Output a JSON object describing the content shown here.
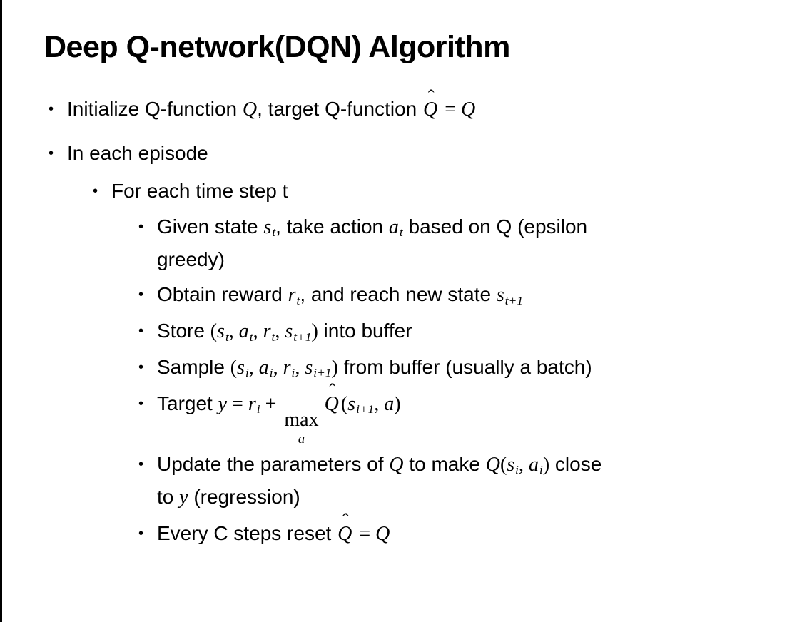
{
  "title": "Deep Q-network(DQN) Algorithm",
  "bullet_char": "•",
  "hat_char": "ˆ",
  "bullets": [
    {
      "level": 1,
      "segments": [
        {
          "k": "t",
          "v": "Initialize Q-function "
        },
        {
          "k": "i",
          "v": "Q"
        },
        {
          "k": "t",
          "v": ", target Q-function "
        },
        {
          "k": "hat",
          "v": "Q"
        },
        {
          "k": "r",
          "v": " = "
        },
        {
          "k": "i",
          "v": "Q"
        }
      ]
    },
    {
      "level": 1,
      "segments": [
        {
          "k": "t",
          "v": "In each episode"
        }
      ]
    },
    {
      "level": 2,
      "segments": [
        {
          "k": "t",
          "v": "For each time step t"
        }
      ]
    },
    {
      "level": 3,
      "segments": [
        {
          "k": "t",
          "v": "Given state "
        },
        {
          "k": "is",
          "v": "s",
          "sub": "t"
        },
        {
          "k": "t",
          "v": ", take action "
        },
        {
          "k": "is",
          "v": "a",
          "sub": "t"
        },
        {
          "k": "t",
          "v": " based on Q (epsilon"
        },
        {
          "k": "br"
        },
        {
          "k": "t",
          "v": "greedy)"
        }
      ]
    },
    {
      "level": 3,
      "segments": [
        {
          "k": "t",
          "v": "Obtain reward "
        },
        {
          "k": "is",
          "v": "r",
          "sub": "t"
        },
        {
          "k": "t",
          "v": ", and reach new state "
        },
        {
          "k": "is",
          "v": "s",
          "sub": "t+1"
        }
      ]
    },
    {
      "level": 3,
      "segments": [
        {
          "k": "t",
          "v": "Store "
        },
        {
          "k": "r",
          "v": "("
        },
        {
          "k": "is",
          "v": "s",
          "sub": "t"
        },
        {
          "k": "r",
          "v": ", "
        },
        {
          "k": "is",
          "v": "a",
          "sub": "t"
        },
        {
          "k": "r",
          "v": ", "
        },
        {
          "k": "is",
          "v": "r",
          "sub": "t"
        },
        {
          "k": "r",
          "v": ", "
        },
        {
          "k": "is",
          "v": "s",
          "sub": "t+1"
        },
        {
          "k": "r",
          "v": ")"
        },
        {
          "k": "t",
          "v": " into buffer"
        }
      ]
    },
    {
      "level": 3,
      "segments": [
        {
          "k": "t",
          "v": "Sample "
        },
        {
          "k": "r",
          "v": "("
        },
        {
          "k": "is",
          "v": "s",
          "sub": "i"
        },
        {
          "k": "r",
          "v": ", "
        },
        {
          "k": "is",
          "v": "a",
          "sub": "i"
        },
        {
          "k": "r",
          "v": ", "
        },
        {
          "k": "is",
          "v": "r",
          "sub": "i"
        },
        {
          "k": "r",
          "v": ", "
        },
        {
          "k": "is",
          "v": "s",
          "sub": "i+1"
        },
        {
          "k": "r",
          "v": ")"
        },
        {
          "k": "t",
          "v": " from buffer (usually a batch)"
        }
      ]
    },
    {
      "level": 3,
      "segments": [
        {
          "k": "t",
          "v": "Target "
        },
        {
          "k": "i",
          "v": "y"
        },
        {
          "k": "r",
          "v": " = "
        },
        {
          "k": "is",
          "v": "r",
          "sub": "i"
        },
        {
          "k": "r",
          "v": " + "
        },
        {
          "k": "max",
          "v": "max",
          "sub": "a"
        },
        {
          "k": "hat",
          "v": "Q"
        },
        {
          "k": "r",
          "v": "("
        },
        {
          "k": "is",
          "v": "s",
          "sub": "i+1"
        },
        {
          "k": "r",
          "v": ", "
        },
        {
          "k": "i",
          "v": "a"
        },
        {
          "k": "r",
          "v": ")"
        }
      ]
    },
    {
      "level": 3,
      "segments": [
        {
          "k": "t",
          "v": "Update the parameters of "
        },
        {
          "k": "i",
          "v": "Q"
        },
        {
          "k": "t",
          "v": " to make "
        },
        {
          "k": "i",
          "v": "Q"
        },
        {
          "k": "r",
          "v": "("
        },
        {
          "k": "is",
          "v": "s",
          "sub": "i"
        },
        {
          "k": "r",
          "v": ", "
        },
        {
          "k": "is",
          "v": "a",
          "sub": "i"
        },
        {
          "k": "r",
          "v": ")"
        },
        {
          "k": "t",
          "v": " close"
        },
        {
          "k": "br"
        },
        {
          "k": "t",
          "v": "to "
        },
        {
          "k": "i",
          "v": "y"
        },
        {
          "k": "t",
          "v": " (regression)"
        }
      ]
    },
    {
      "level": 3,
      "segments": [
        {
          "k": "t",
          "v": "Every C steps reset "
        },
        {
          "k": "hat",
          "v": "Q"
        },
        {
          "k": "r",
          "v": " = "
        },
        {
          "k": "i",
          "v": "Q"
        }
      ]
    }
  ]
}
